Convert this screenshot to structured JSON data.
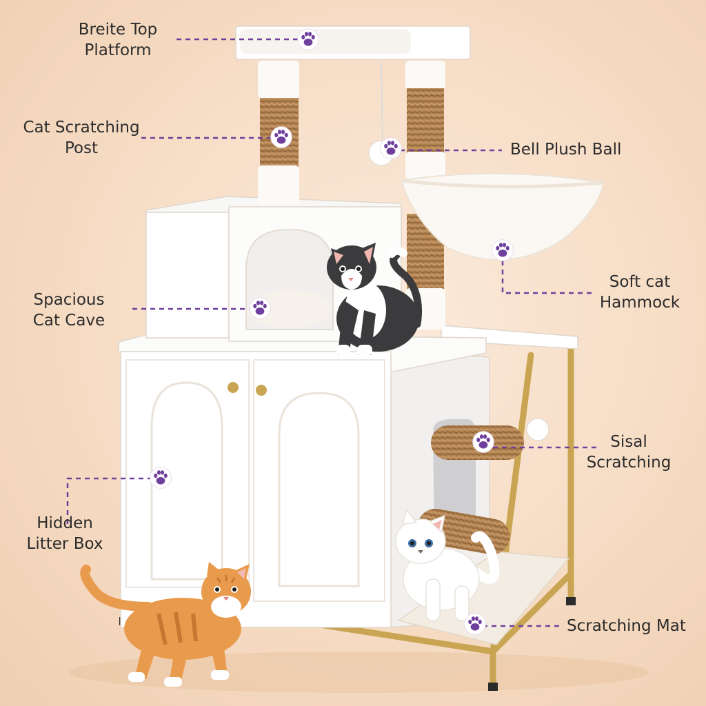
{
  "colors": {
    "background": "#f6dcc4",
    "furniture": "#ffffff",
    "gold_frame": "#c9a553",
    "sisal": "#b58553",
    "callout": "#6e3f9c",
    "text": "#2c2c2c"
  },
  "icons": [
    "paw-icon"
  ],
  "callouts": [
    {
      "id": "top-platform",
      "lines": [
        "Breite Top",
        "Platform"
      ]
    },
    {
      "id": "scratching-post",
      "lines": [
        "Cat Scratching",
        "Post"
      ]
    },
    {
      "id": "bell-ball",
      "lines": [
        "Bell Plush Ball"
      ]
    },
    {
      "id": "cat-cave",
      "lines": [
        "Spacious",
        "Cat Cave"
      ]
    },
    {
      "id": "hammock",
      "lines": [
        "Soft cat",
        "Hammock"
      ]
    },
    {
      "id": "sisal",
      "lines": [
        "Sisal",
        "Scratching"
      ]
    },
    {
      "id": "litter-box",
      "lines": [
        "Hidden",
        "Litter Box"
      ]
    },
    {
      "id": "scratching-mat",
      "lines": [
        "Scratching Mat"
      ]
    }
  ]
}
